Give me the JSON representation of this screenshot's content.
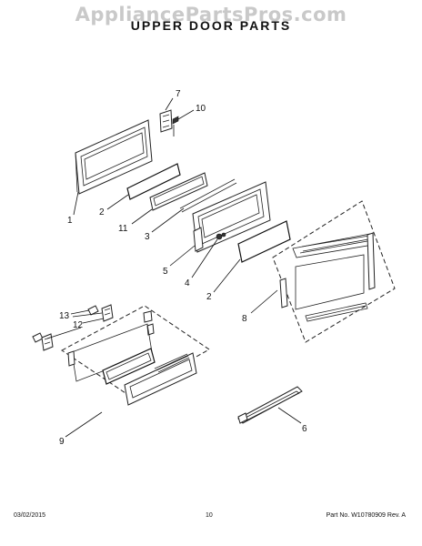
{
  "watermark": "AppliancePartsPros.com",
  "title": "UPPER DOOR PARTS",
  "callouts": [
    "7",
    "10",
    "1",
    "2",
    "11",
    "3",
    "5",
    "4",
    "2",
    "8",
    "13",
    "12",
    "9",
    "6"
  ],
  "footer": {
    "date": "03/02/2015",
    "page": "10",
    "part": "Part No. W10780909  Rev. A"
  }
}
